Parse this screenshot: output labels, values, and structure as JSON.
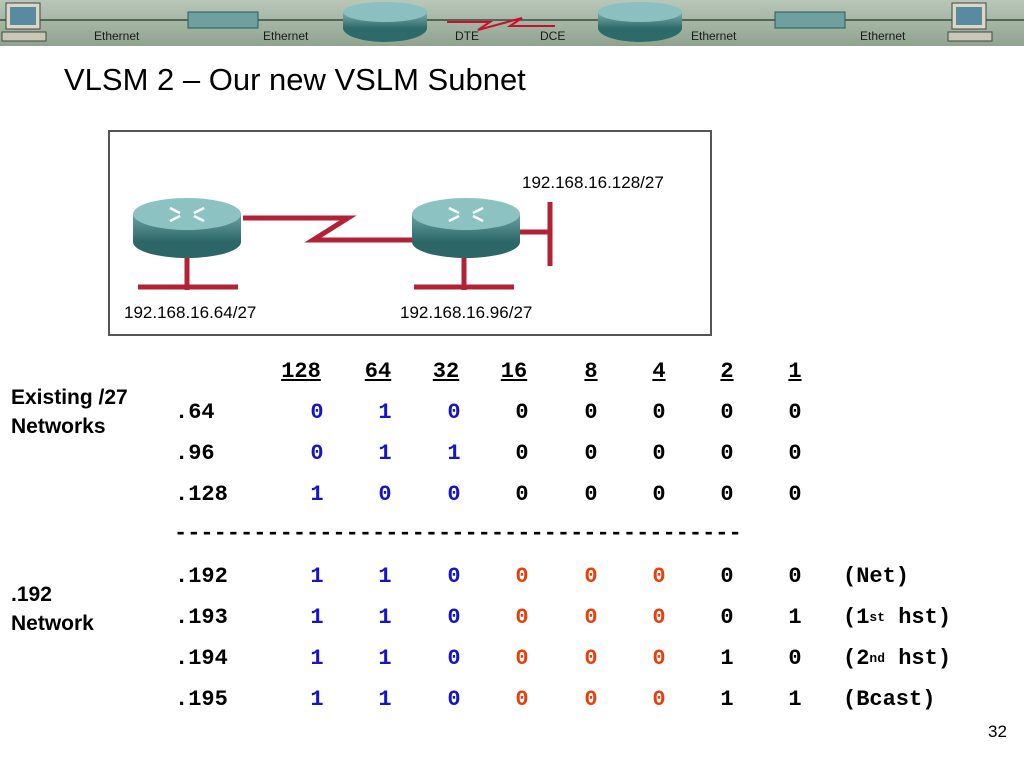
{
  "banner": {
    "labels": [
      "Ethernet",
      "Ethernet",
      "DTE",
      "DCE",
      "Ethernet",
      "Ethernet"
    ]
  },
  "title": "VLSM 2 – Our new VSLM Subnet",
  "diagram": {
    "left_network": "192.168.16.64/27",
    "middle_network": "192.168.16.96/27",
    "right_network": "192.168.16.128/27"
  },
  "labels": {
    "existing_line1": "Existing /27",
    "existing_line2": "Networks",
    "net192_line1": ".192",
    "net192_line2": "Network"
  },
  "table": {
    "headers": [
      "128",
      "64",
      "32",
      "16",
      "8",
      "4",
      "2",
      "1"
    ],
    "existing_rows": [
      {
        "label": ".64",
        "bits": [
          "0",
          "1",
          "0",
          "0",
          "0",
          "0",
          "0",
          "0"
        ]
      },
      {
        "label": ".96",
        "bits": [
          "0",
          "1",
          "1",
          "0",
          "0",
          "0",
          "0",
          "0"
        ]
      },
      {
        "label": ".128",
        "bits": [
          "1",
          "0",
          "0",
          "0",
          "0",
          "0",
          "0",
          "0"
        ]
      }
    ],
    "separator": "-------------------------------------------",
    "new_rows": [
      {
        "label": ".192",
        "bits": [
          "1",
          "1",
          "0",
          "0",
          "0",
          "0",
          "0",
          "0"
        ],
        "note_pre": "(Net)",
        "note_sup": "",
        "note_post": ""
      },
      {
        "label": ".193",
        "bits": [
          "1",
          "1",
          "0",
          "0",
          "0",
          "0",
          "0",
          "1"
        ],
        "note_pre": "(1",
        "note_sup": "st",
        "note_post": " hst)"
      },
      {
        "label": ".194",
        "bits": [
          "1",
          "1",
          "0",
          "0",
          "0",
          "0",
          "1",
          "0"
        ],
        "note_pre": "(2",
        "note_sup": "nd",
        "note_post": " hst)"
      },
      {
        "label": ".195",
        "bits": [
          "1",
          "1",
          "0",
          "0",
          "0",
          "0",
          "1",
          "1"
        ],
        "note_pre": "(Bcast)",
        "note_sup": "",
        "note_post": ""
      }
    ]
  },
  "colors": {
    "blue": "#1515c8",
    "red": "#e8400c",
    "router": "#4f8f8f",
    "link": "#b22234"
  },
  "page_number": "32"
}
